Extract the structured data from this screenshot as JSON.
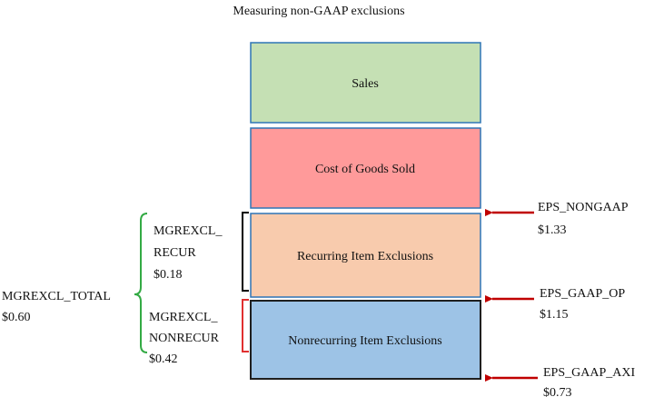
{
  "title": "Measuring non-GAAP exclusions",
  "boxes": {
    "sales": {
      "label": "Sales",
      "fill": "#c5e0b4",
      "stroke": "#2e75b6"
    },
    "cogs": {
      "label": "Cost of Goods Sold",
      "fill": "#ff9a9a",
      "stroke": "#2e75b6"
    },
    "recurring": {
      "label": "Recurring Item Exclusions",
      "fill": "#f8cbad",
      "stroke": "#2e75b6"
    },
    "nonrecurring": {
      "label": "Nonrecurring Item Exclusions",
      "fill": "#9dc3e6",
      "stroke": "#1f1f1f"
    }
  },
  "left": {
    "recur": {
      "line1": "MGREXCL_",
      "line2": "RECUR",
      "value": "$0.18",
      "bracket_color": "#000000"
    },
    "nonrecur": {
      "line1": "MGREXCL_",
      "line2": "NONRECUR",
      "value": "$0.42",
      "bracket_color": "#e03030"
    },
    "total": {
      "label": "MGREXCL_TOTAL",
      "value": "$0.60",
      "bracket_color": "#33aa44"
    }
  },
  "right": {
    "nongaap": {
      "label": "EPS_NONGAAP",
      "value": "$1.33"
    },
    "gaap_op": {
      "label": "EPS_GAAP_OP",
      "value": "$1.15"
    },
    "gaap_ax": {
      "label": "EPS_GAAP_AXI",
      "value": "$0.73"
    }
  },
  "arrow_color": "#c00000"
}
